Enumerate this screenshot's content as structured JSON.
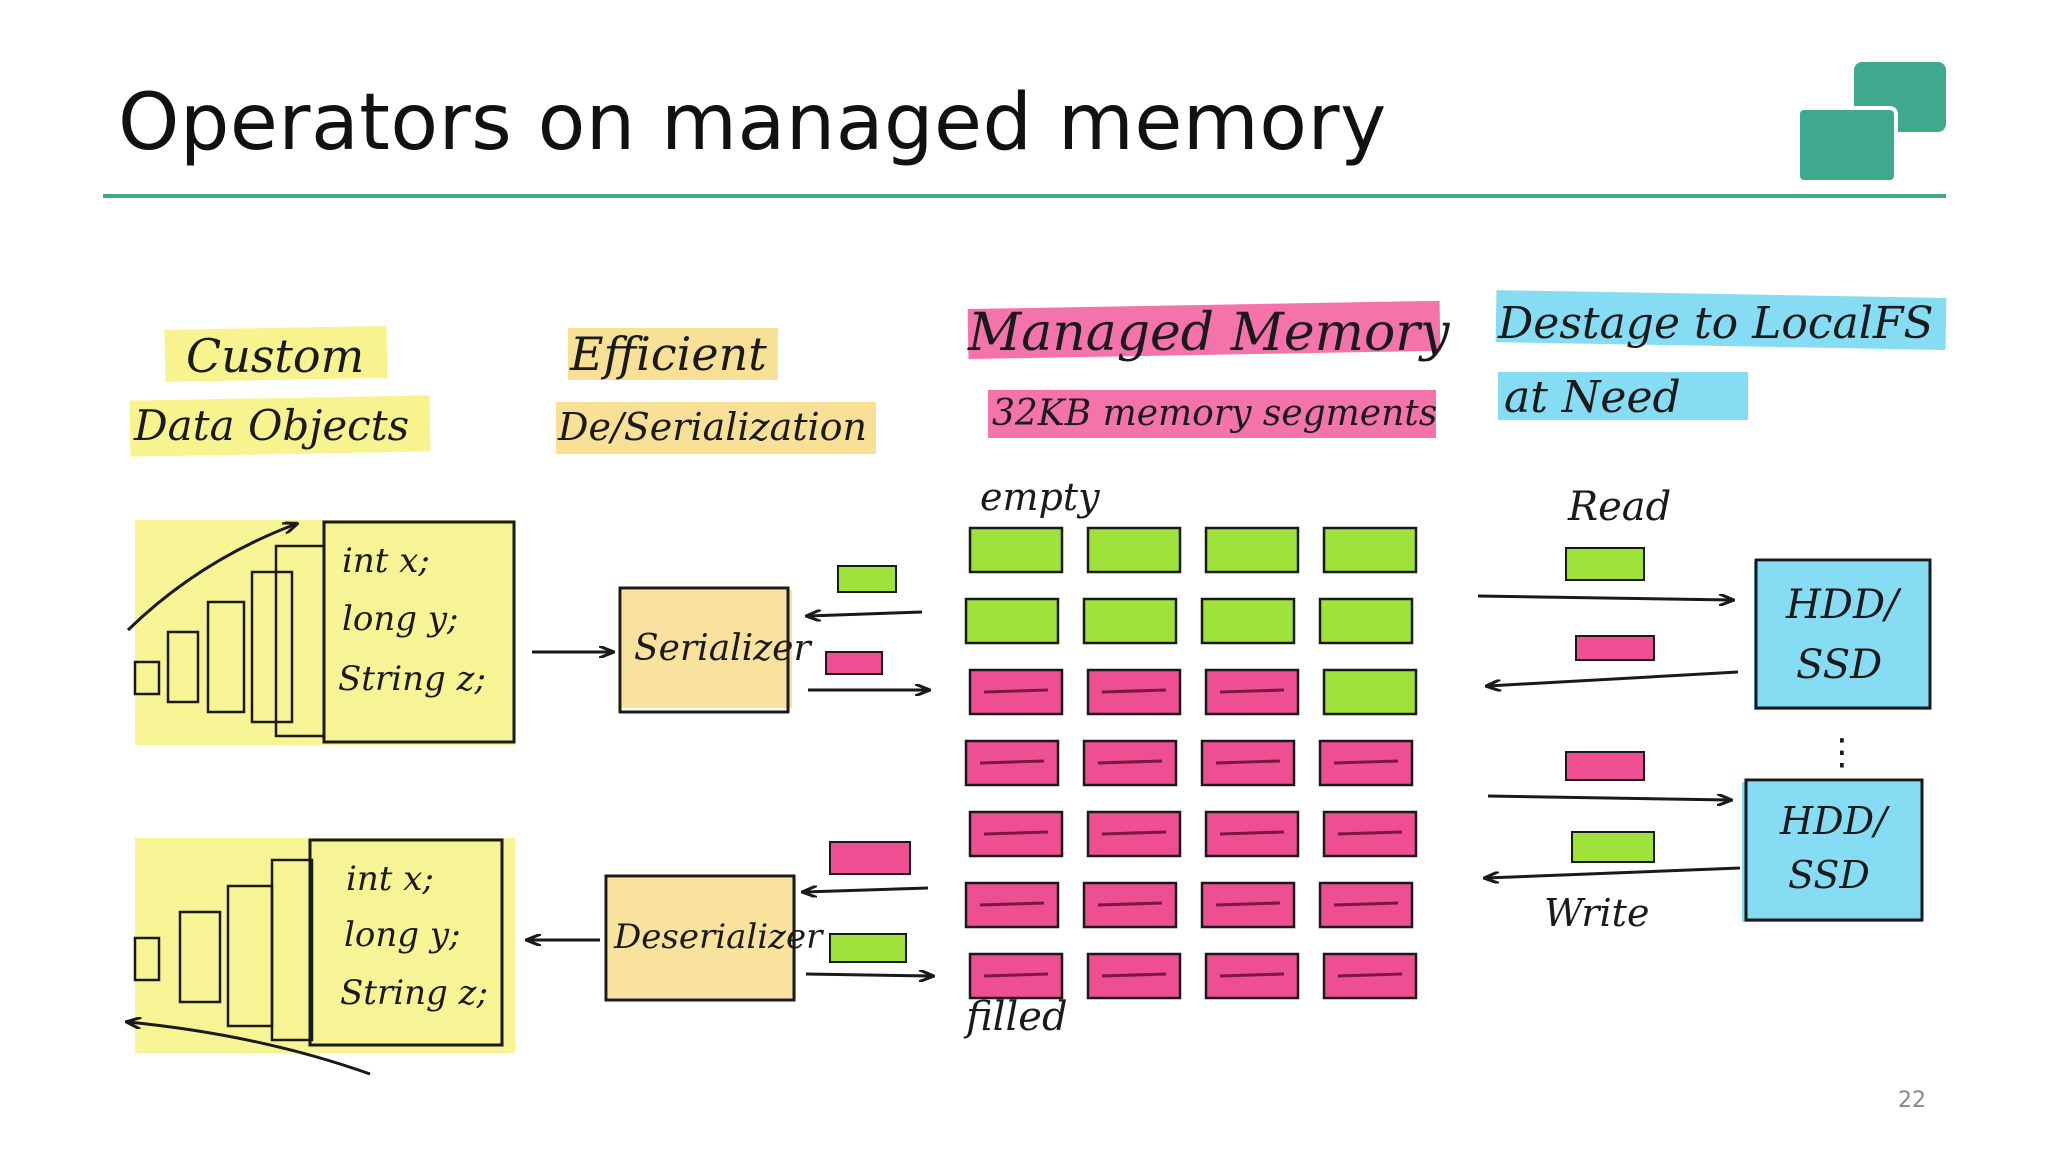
{
  "title": "Operators on managed memory",
  "page_number": "22",
  "colors": {
    "accent": "#3fa98e",
    "yellow_highlight": "#f4f06a",
    "orange_highlight": "#f5d36a",
    "pink_highlight": "#f25b9c",
    "cyan_highlight": "#5ed0ef",
    "green_segment": "#9fe33a",
    "pink_segment": "#ee4f93"
  },
  "icons": {
    "logo": "two-overlapping-squares-logo",
    "arrow": "hand-drawn-arrow"
  },
  "diagram": {
    "custom_objects": {
      "heading_line1": "Custom",
      "heading_line2": "Data Objects",
      "object_fields": [
        "int x;",
        "long y;",
        "String z;"
      ]
    },
    "serialization": {
      "heading_line1": "Efficient",
      "heading_line2": "De/Serialization",
      "serializer_label": "Serializer",
      "deserializer_label": "Deserializer"
    },
    "managed_memory": {
      "heading": "Managed Memory",
      "subheading": "32KB memory segments",
      "empty_label": "empty",
      "filled_label": "filled",
      "grid_status": [
        [
          "empty",
          "empty",
          "empty",
          "empty"
        ],
        [
          "empty",
          "empty",
          "empty",
          "empty"
        ],
        [
          "filled",
          "filled",
          "filled",
          "empty"
        ],
        [
          "filled",
          "filled",
          "filled",
          "filled"
        ],
        [
          "filled",
          "filled",
          "filled",
          "filled"
        ],
        [
          "filled",
          "filled",
          "filled",
          "filled"
        ],
        [
          "filled",
          "filled",
          "filled",
          "filled"
        ]
      ]
    },
    "destage": {
      "heading_line1": "Destage to LocalFS",
      "heading_line2": "at Need",
      "read_label": "Read",
      "write_label": "Write",
      "disk_label_line1": "HDD/",
      "disk_label_line2": "SSD",
      "ellipsis": "⋮"
    }
  }
}
